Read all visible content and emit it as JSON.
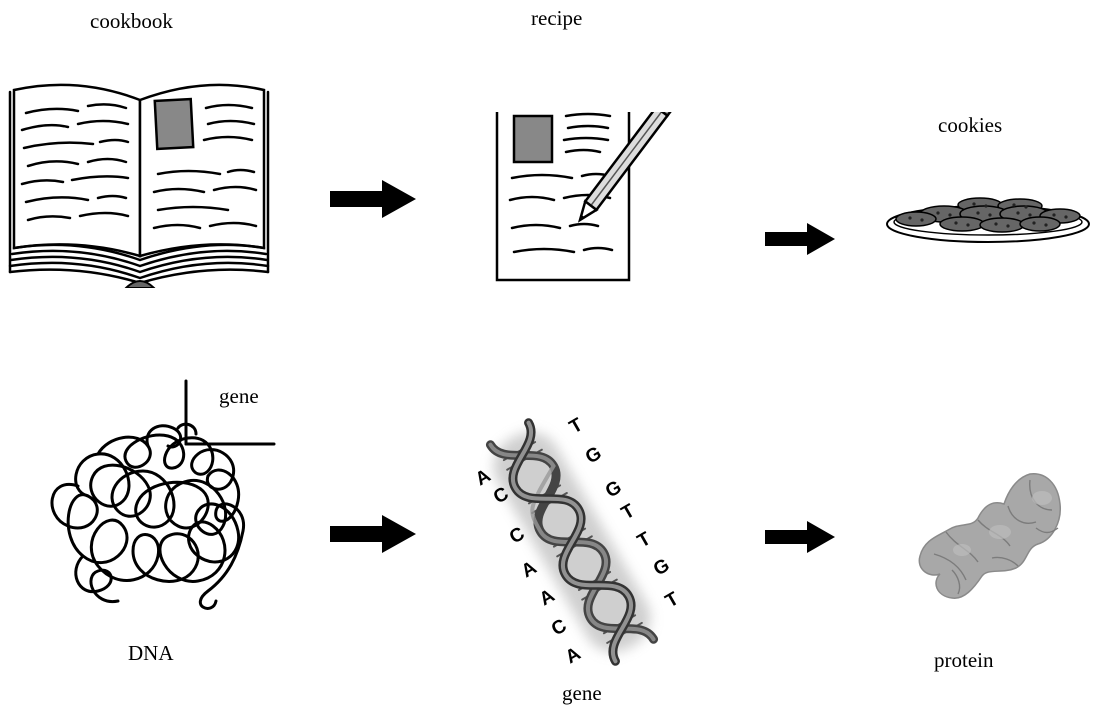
{
  "labels": {
    "cookbook": "cookbook",
    "recipe": "recipe",
    "cookies": "cookies",
    "gene_top": "gene",
    "dna": "DNA",
    "gene_bottom": "gene",
    "protein": "protein"
  },
  "dna_bases_left": [
    "A",
    "C",
    "C",
    "A",
    "A",
    "C",
    "A"
  ],
  "dna_bases_right": [
    "T",
    "G",
    "G",
    "T",
    "T",
    "G",
    "T"
  ],
  "colors": {
    "ink": "#000000",
    "swatch_gray": "#888888",
    "protein_gray": "#a8a8a8"
  }
}
